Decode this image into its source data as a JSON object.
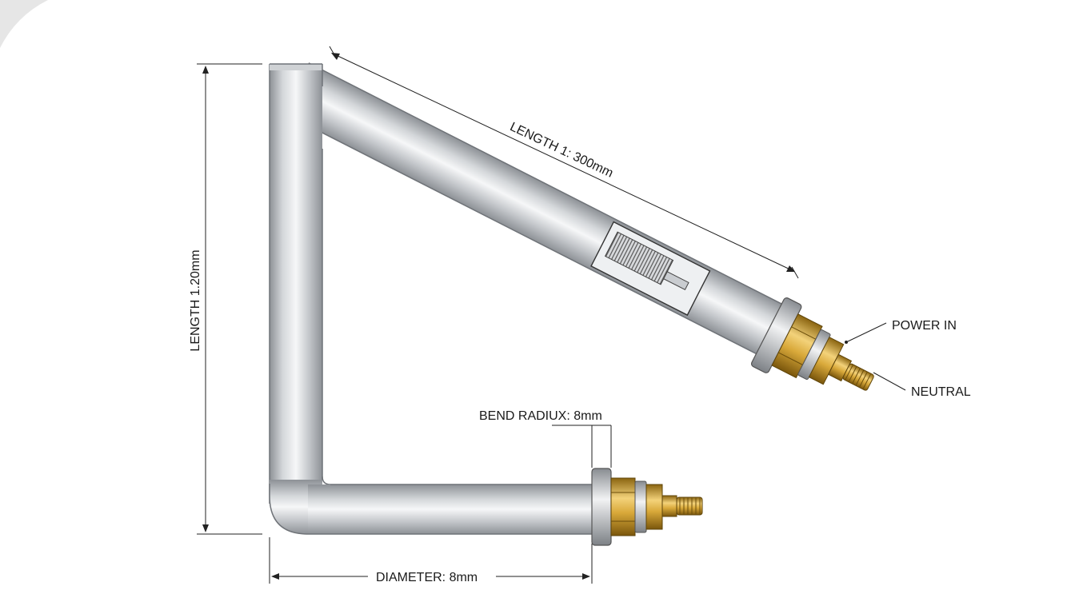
{
  "labels": {
    "length_1": "LENGTH 1: 300mm",
    "length_2": "LENGTH 1.20mm",
    "bend_radius": "BEND RADIUX: 8mm",
    "diameter": "DIAMETER: 8mm",
    "power_in": "POWER IN",
    "neutral": "NEUTRAL"
  },
  "colors": {
    "tube_light": "#f4f5f6",
    "tube_mid": "#c9ccd0",
    "tube_dark": "#8d9196",
    "brass_light": "#f3d27a",
    "brass_dark": "#8a6410",
    "line": "#222222"
  }
}
